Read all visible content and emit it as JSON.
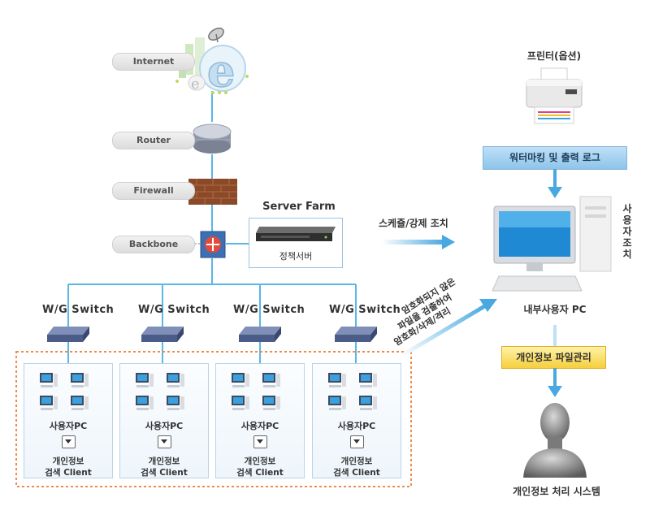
{
  "network_labels": {
    "internet": "Internet",
    "router": "Router",
    "firewall": "Firewall",
    "backbone": "Backbone"
  },
  "server_farm": {
    "title": "Server Farm",
    "server_label": "정책서버"
  },
  "switch_label": "W/G Switch",
  "client_groups": [
    {
      "pc_label": "사용자PC",
      "client_line1": "개인정보",
      "client_line2": "검색 Client"
    },
    {
      "pc_label": "사용자PC",
      "client_line1": "개인정보",
      "client_line2": "검색 Client"
    },
    {
      "pc_label": "사용자PC",
      "client_line1": "개인정보",
      "client_line2": "검색 Client"
    },
    {
      "pc_label": "사용자PC",
      "client_line1": "개인정보",
      "client_line2": "검색 Client"
    }
  ],
  "arrows": {
    "schedule_label": "스케쥴/강제 조치",
    "diagonal_lines": [
      "암호화되지 않은",
      "파일을 검출하여",
      "암호화/삭제/격리"
    ]
  },
  "right_side": {
    "printer_label": "프린터(옵션)",
    "watermark_box": "워터마킹 및 출력 로그",
    "user_action_chars": [
      "사",
      "용",
      "자",
      "조",
      "치"
    ],
    "internal_pc_label": "내부사용자 PC",
    "file_mgmt_box": "개인정보 파일관리",
    "system_label": "개인정보 처리 시스템"
  },
  "colors": {
    "line_blue": "#5ab7e6",
    "arrow_blue": "#4aa8e0",
    "dotted_orange": "#f08a4b"
  }
}
